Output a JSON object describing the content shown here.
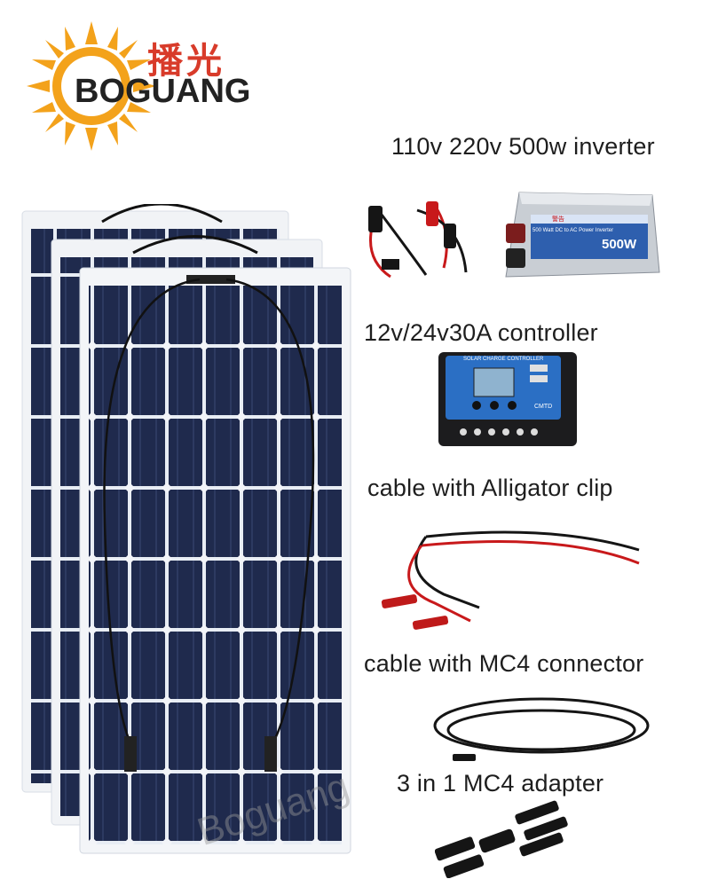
{
  "brand": {
    "chinese_name": "播光",
    "name": "BOGUANG",
    "watermark": "Boguang"
  },
  "labels": {
    "inverter": "110v  220v  500w inverter",
    "controller": "12v/24v30A controller",
    "alligator_cable": "cable with Alligator clip",
    "mc4_cable": "cable with MC4 connector",
    "adapter": "3 in 1 MC4 adapter"
  },
  "inverter_device": {
    "warning": "警告",
    "model_line": "500 Watt DC to AC Power Inverter",
    "rating": "500W"
  },
  "controller_device": {
    "title": "SOLAR CHARGE CONTROLLER",
    "brand": "CMTD"
  },
  "colors": {
    "logo_sun": "#f3a21b",
    "logo_cn": "#d83b2a",
    "panel_cell": "#1f2a4d",
    "cable_red": "#c8191b",
    "cable_black": "#151515"
  }
}
